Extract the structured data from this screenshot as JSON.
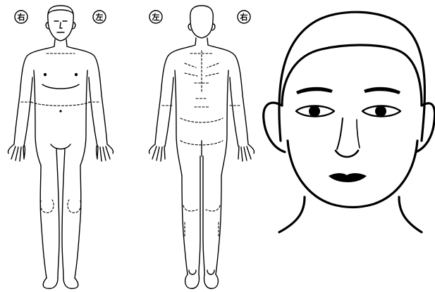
{
  "front_figure": {
    "left_marker": "右",
    "right_marker": "左"
  },
  "back_figure": {
    "left_marker": "左",
    "right_marker": "右"
  }
}
